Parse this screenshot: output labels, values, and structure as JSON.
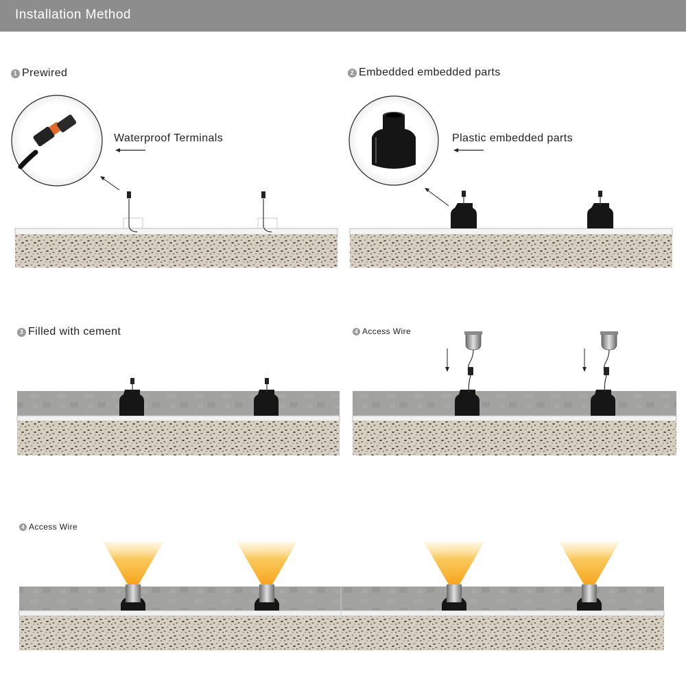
{
  "header": {
    "title": "Installation Method"
  },
  "steps": [
    {
      "number": "1",
      "label": "Prewired",
      "callout": "Waterproof Terminals"
    },
    {
      "number": "2",
      "label": "Embedded embedded parts",
      "callout": "Plastic embedded parts"
    },
    {
      "number": "3",
      "label": "Filled with cement"
    },
    {
      "number": "4",
      "label": "Access Wire"
    },
    {
      "number": "4",
      "label": "Access Wire"
    }
  ],
  "colors": {
    "header": "#8d8d8d",
    "gravel": "#d7cfc2",
    "concrete": "#9d9d9b",
    "housing": "#1a1a1a",
    "light_beam": "#f7b731"
  }
}
